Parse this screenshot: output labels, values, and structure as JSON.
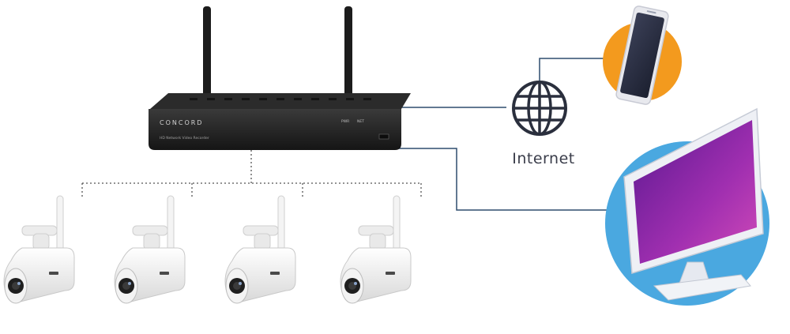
{
  "nvr": {
    "brand": "CONCORD",
    "model": "HD Network Video Recorder",
    "led_labels": [
      "PWR",
      "NET"
    ]
  },
  "internet": {
    "label": "Internet",
    "icon": "globe-icon"
  },
  "devices": {
    "phone_icon": "smartphone-icon",
    "monitor_icon": "monitor-icon"
  },
  "cameras": [
    {
      "icon": "camera-icon"
    },
    {
      "icon": "camera-icon"
    },
    {
      "icon": "camera-icon"
    },
    {
      "icon": "camera-icon"
    }
  ],
  "colors": {
    "link_line": "#2f4d6e",
    "dotted_line": "#555555",
    "phone_badge": "#f39a1e",
    "monitor_badge": "#4aa8e0",
    "screen_top": "#6a1d9a",
    "screen_bottom": "#c33fb0"
  }
}
